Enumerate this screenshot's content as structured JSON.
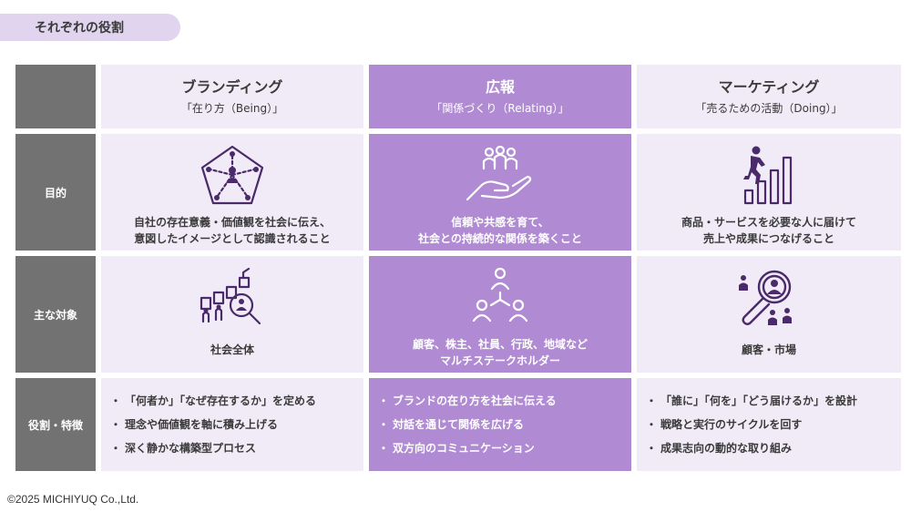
{
  "section_label": "それぞれの役割",
  "columns": [
    {
      "title": "ブランディング",
      "subtitle": "「在り方（Being）」"
    },
    {
      "title": "広報",
      "subtitle": "「関係づくり（Relating）」"
    },
    {
      "title": "マーケティング",
      "subtitle": "「売るための活動（Doing）」"
    }
  ],
  "rows": {
    "purpose": {
      "label": "目的",
      "cells": [
        {
          "icon": "pentagon-network-icon",
          "line1": "自社の存在意義・価値観を社会に伝え、",
          "line2": "意図したイメージとして認識されること"
        },
        {
          "icon": "hand-holding-people-icon",
          "line1": "信頼や共感を育て、",
          "line2": "社会との持続的な関係を築くこと"
        },
        {
          "icon": "climbing-bar-chart-icon",
          "line1": "商品・サービスを必要な人に届けて",
          "line2": "売上や成果につなげること"
        }
      ]
    },
    "target": {
      "label": "主な対象",
      "cells": [
        {
          "icon": "society-magnifier-icon",
          "line1": "社会全体",
          "line2": ""
        },
        {
          "icon": "stakeholder-network-icon",
          "line1": "顧客、株主、社員、行政、地域など",
          "line2": "マルチステークホルダー"
        },
        {
          "icon": "customer-search-icon",
          "line1": "顧客・市場",
          "line2": ""
        }
      ]
    },
    "role": {
      "label": "役割・特徴",
      "bullet": "・",
      "cells": [
        [
          "「何者か」「なぜ存在するか」を定める",
          "理念や価値観を軸に積み上げる",
          "深く静かな構築型プロセス"
        ],
        [
          "ブランドの在り方を社会に伝える",
          "対話を通じて関係を広げる",
          "双方向のコミュニケーション"
        ],
        [
          "「誰に」「何を」「どう届けるか」を設計",
          "戦略と実行のサイクルを回す",
          "成果志向の動的な取り組み"
        ]
      ]
    }
  },
  "copyright": "©2025 MICHIYUQ Co.,Ltd.",
  "colors": {
    "accent": "#b08bd4",
    "light": "#f1ebf7",
    "rowhead": "#727272",
    "pill": "#e0d4ef",
    "icon_dark": "#4a2a6a"
  }
}
